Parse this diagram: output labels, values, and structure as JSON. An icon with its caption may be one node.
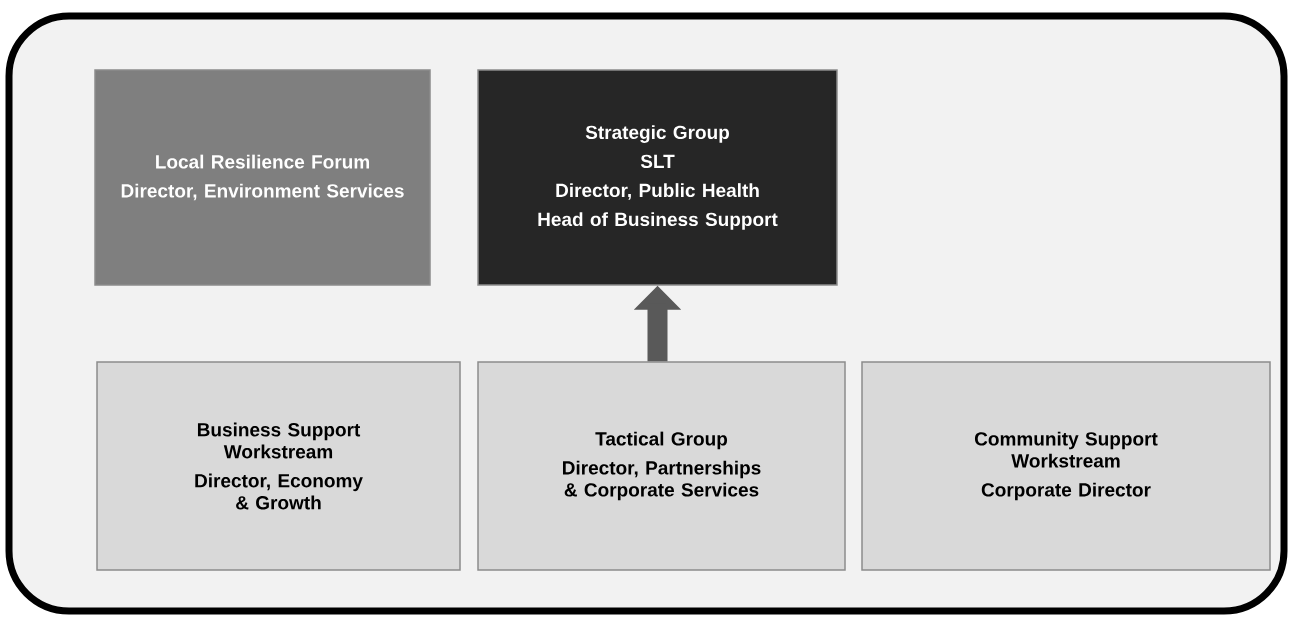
{
  "diagram": {
    "nodes": [
      {
        "text": [
          "Local Resilience Forum",
          "Director, Environment Services"
        ]
      },
      {
        "text": [
          "Strategic Group",
          "SLT",
          "Director, Public Health",
          "Head of Business Support"
        ]
      },
      {
        "text": [
          "Business Support Workstream",
          "Director, Economy & Growth"
        ]
      },
      {
        "text": [
          "Tactical Group",
          "Director, Partnerships & Corporate Services"
        ]
      },
      {
        "text": [
          "Community Support Workstream",
          "Corporate Director"
        ]
      }
    ],
    "edges": [
      {
        "from": 3,
        "to": 1,
        "arrow": "to"
      }
    ]
  }
}
